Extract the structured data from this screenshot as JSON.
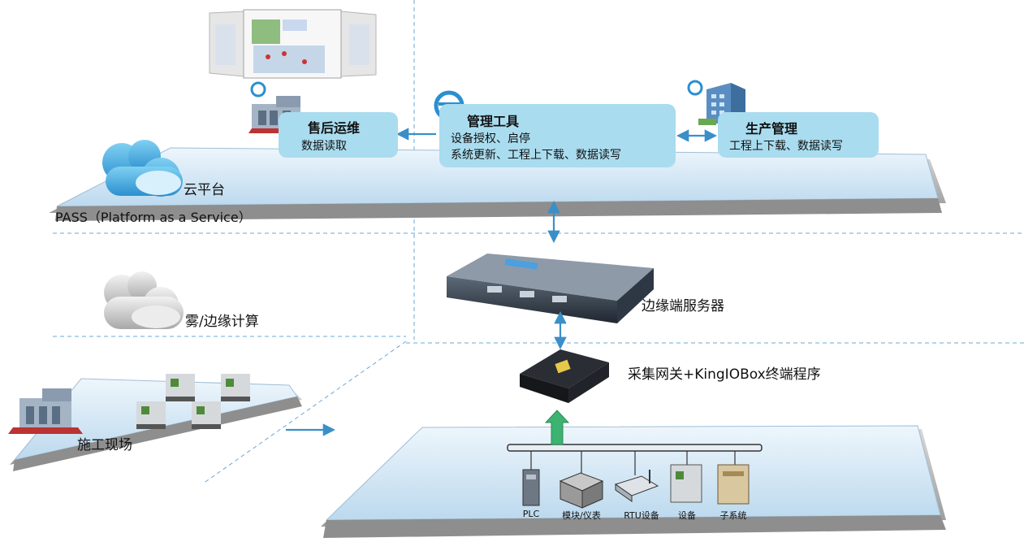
{
  "labels": {
    "cloud_platform": "云平台",
    "pass": "PASS（Platform as a Service）",
    "fog_edge": "雾/边缘计算",
    "edge_server": "边缘端服务器",
    "gateway": "采集网关+KingIOBox终端程序",
    "site": "施工现场"
  },
  "boxes": {
    "after_sales": {
      "title": "售后运维",
      "lines": [
        "数据读取"
      ]
    },
    "mgmt_tool": {
      "title": "管理工具",
      "lines": [
        "设备授权、启停",
        "系统更新、工程上下载、数据读写"
      ]
    },
    "production": {
      "title": "生产管理",
      "lines": [
        "工程上下载、数据读写"
      ]
    }
  },
  "devices": [
    "PLC",
    "模块/仪表",
    "RTU设备",
    "设备",
    "子系统"
  ],
  "colors": {
    "accent": "#3a8fc8",
    "box": "#a9dcef",
    "platform": "#cfe4f3",
    "arrow_up": "#3cb371"
  }
}
